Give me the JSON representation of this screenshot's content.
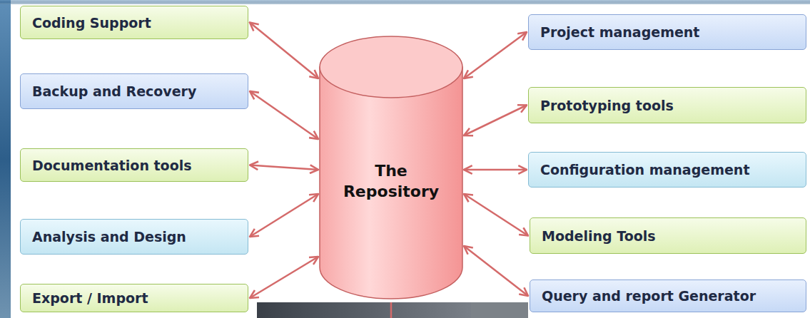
{
  "diagram": {
    "nodes": [
      {
        "text": [
          "Coding Support"
        ]
      },
      {
        "text": [
          "Backup and Recovery"
        ]
      },
      {
        "text": [
          "Documentation tools"
        ]
      },
      {
        "text": [
          "Analysis and Design"
        ]
      },
      {
        "text": [
          "Export / Import"
        ]
      },
      {
        "text": [
          "The Repository"
        ]
      },
      {
        "text": [
          "Project management"
        ]
      },
      {
        "text": [
          "Prototyping tools"
        ]
      },
      {
        "text": [
          "Configuration management"
        ]
      },
      {
        "text": [
          "Modeling Tools"
        ]
      },
      {
        "text": [
          "Query and report Generator"
        ]
      }
    ],
    "edges": [
      {
        "from": 0,
        "to": 5,
        "arrow": "both"
      },
      {
        "from": 1,
        "to": 5,
        "arrow": "both"
      },
      {
        "from": 2,
        "to": 5,
        "arrow": "both"
      },
      {
        "from": 3,
        "to": 5,
        "arrow": "both"
      },
      {
        "from": 4,
        "to": 5,
        "arrow": "both"
      },
      {
        "from": 6,
        "to": 5,
        "arrow": "both"
      },
      {
        "from": 7,
        "to": 5,
        "arrow": "both"
      },
      {
        "from": 8,
        "to": 5,
        "arrow": "both"
      },
      {
        "from": 9,
        "to": 5,
        "arrow": "both"
      },
      {
        "from": 10,
        "to": 5,
        "arrow": "both"
      }
    ]
  }
}
